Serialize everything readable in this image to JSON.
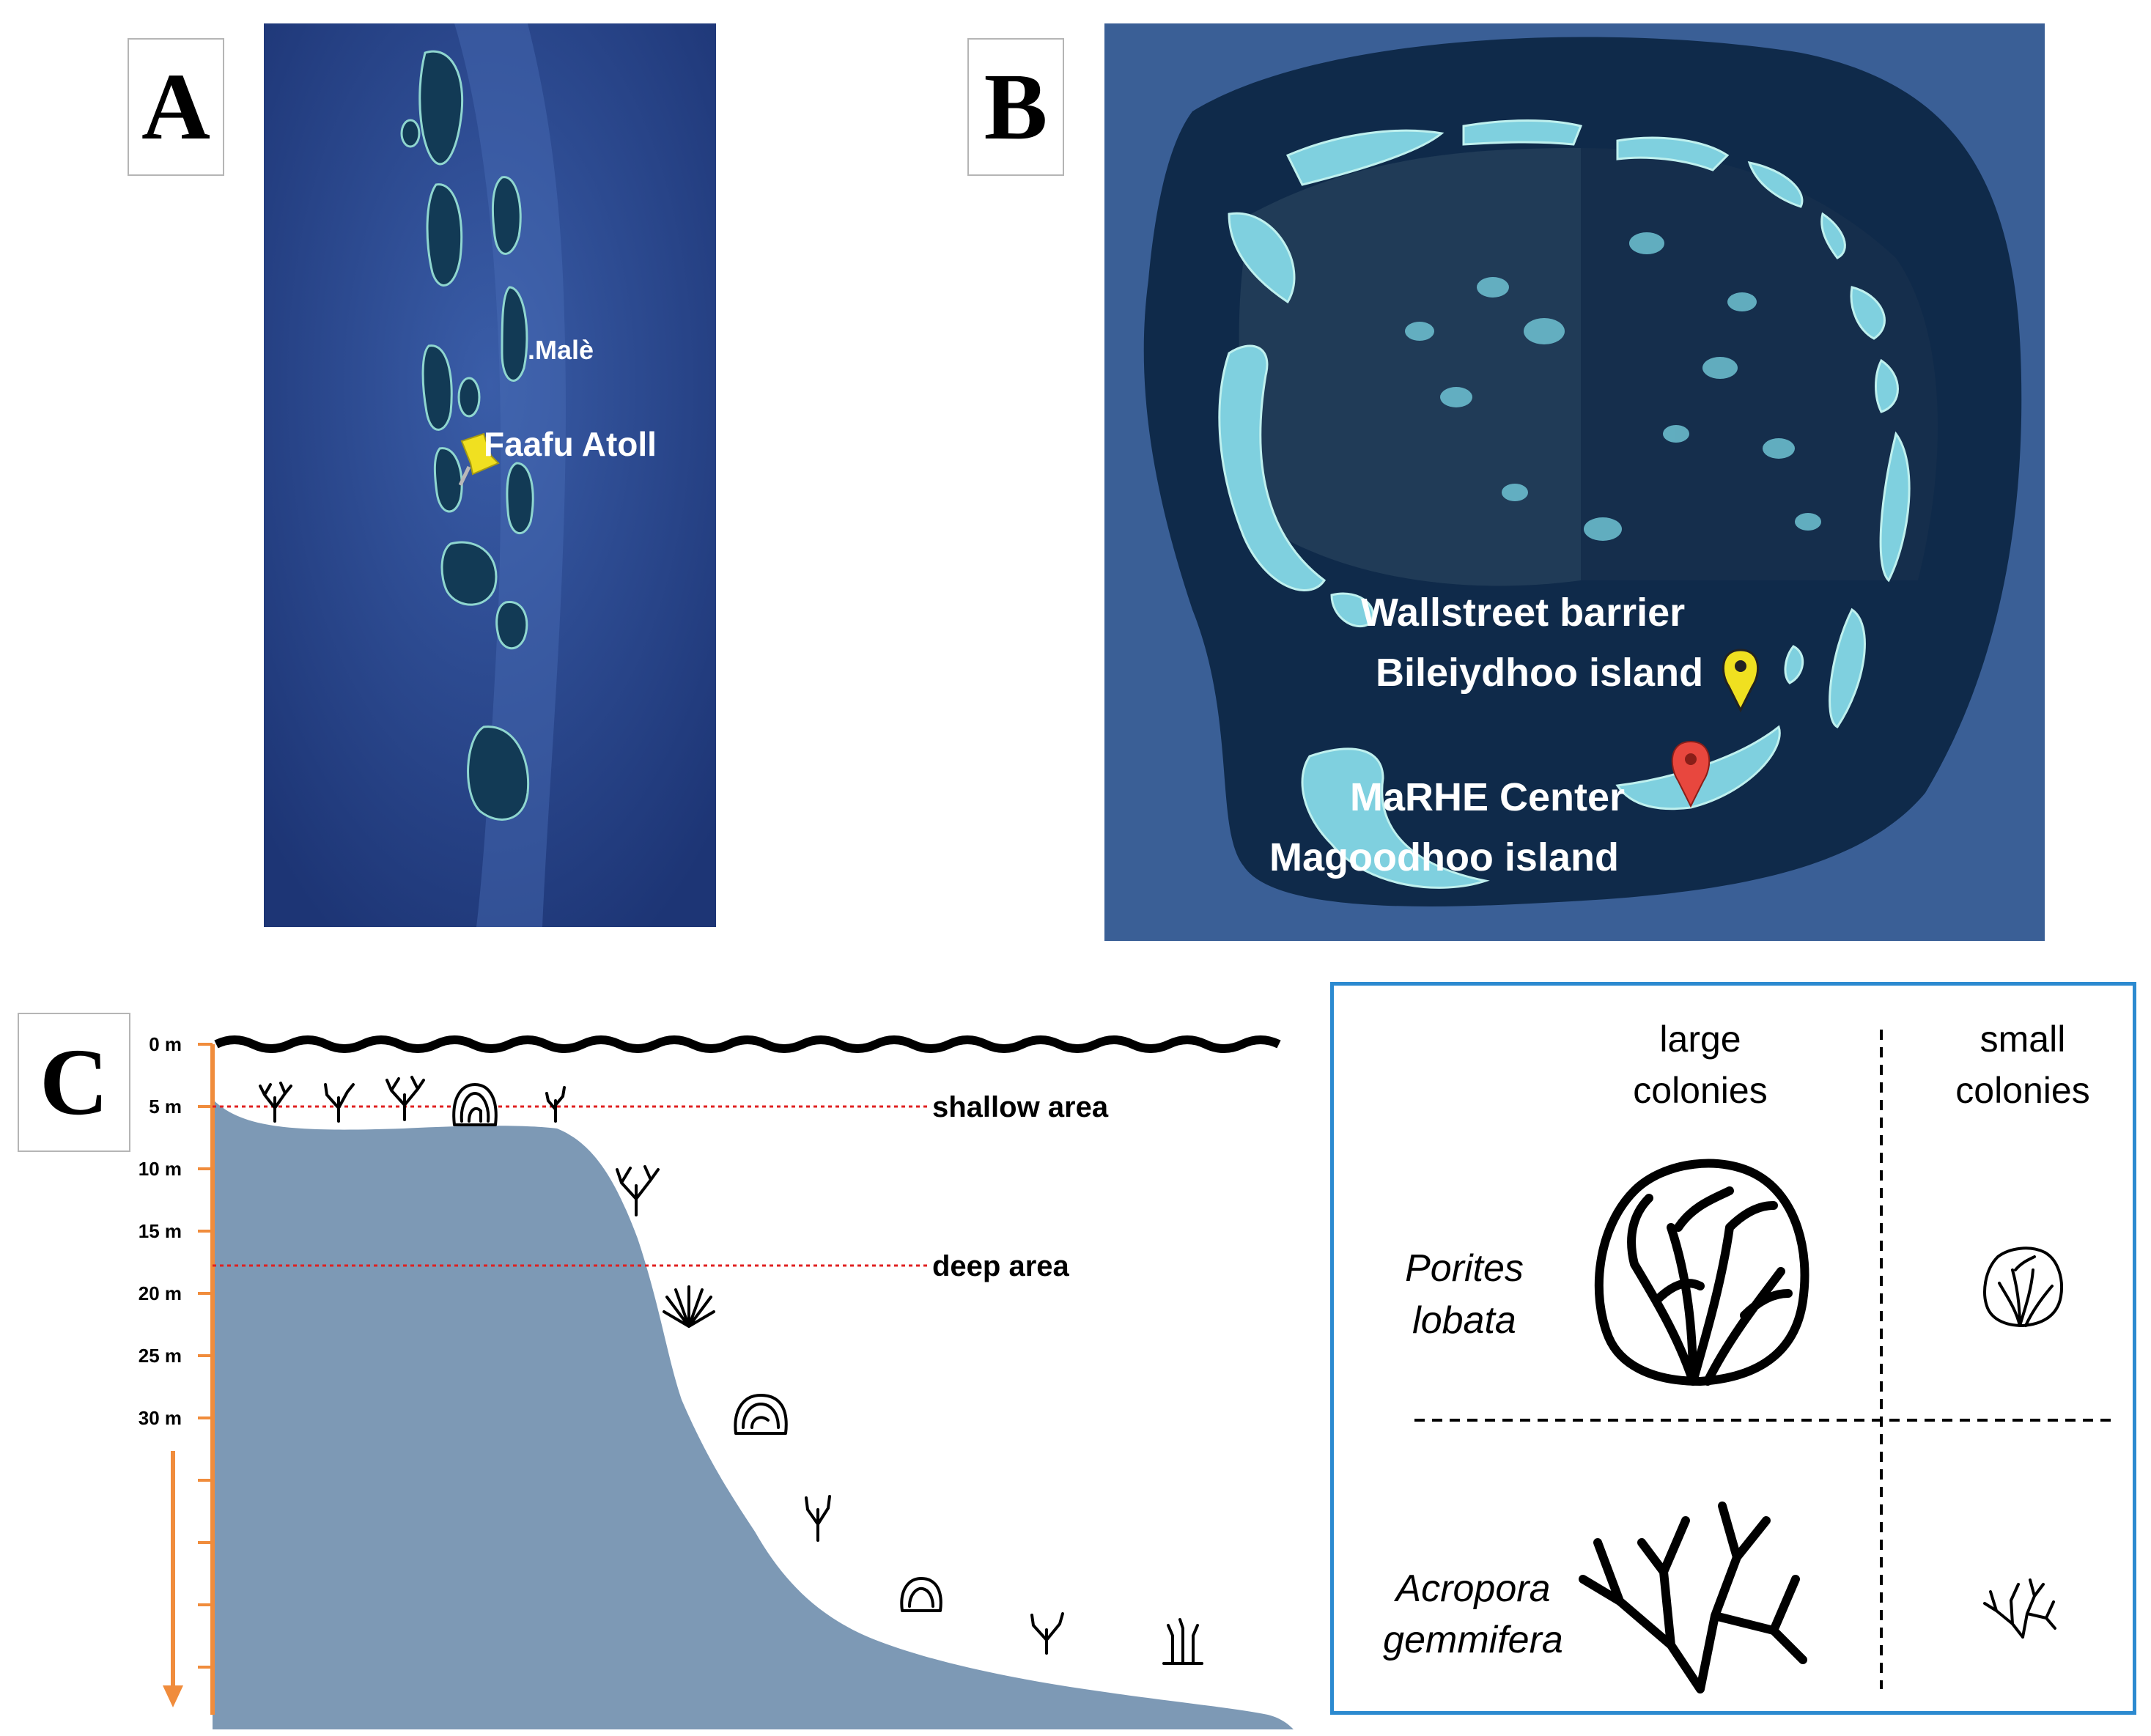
{
  "panels": {
    "a": {
      "letter": "A",
      "labels": {
        "male": ".Malè",
        "faafu": "Faafu Atoll"
      }
    },
    "b": {
      "letter": "B",
      "labels": {
        "wallstreet_1": "Wallstreet barrier",
        "wallstreet_2": "Bileiydhoo island",
        "marhe_1": "MaRHE Center",
        "marhe_2": "Magoodhoo island"
      }
    },
    "c": {
      "letter": "C",
      "depth_ticks": [
        "0  m",
        "5  m",
        "10  m",
        "15  m",
        "20  m",
        "25  m",
        "30 m"
      ],
      "zones": {
        "shallow": "shallow area",
        "deep": "deep area"
      }
    }
  },
  "legend": {
    "col_large": [
      "large",
      "colonies"
    ],
    "col_small": [
      "small",
      "colonies"
    ],
    "row_porites": [
      "Porites",
      "lobata"
    ],
    "row_acropora": [
      "Acropora",
      "gemmifera"
    ]
  },
  "colors": {
    "ocean": "#27458c",
    "atoll_dark": "#0f2a4a",
    "reef": "#7fd0df",
    "seabed": "#7d99b5",
    "depth_axis": "#f08c3c",
    "zone_line": "#e02020",
    "legend_border": "#2c8ad0",
    "pin_yellow": "#f0e020",
    "pin_red": "#e8473e"
  }
}
